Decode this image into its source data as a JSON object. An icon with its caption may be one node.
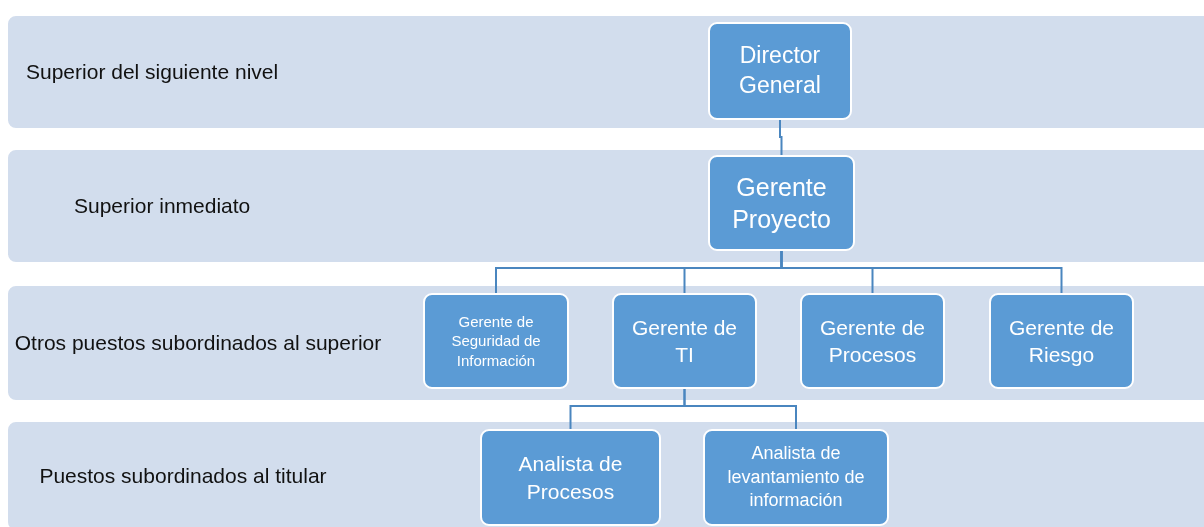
{
  "diagram": {
    "nodes": [
      {
        "text": [
          "Superior del siguiente nivel"
        ]
      },
      {
        "text": [
          "Director General"
        ],
        "in": 0
      },
      {
        "text": [
          "Superior inmediato"
        ]
      },
      {
        "text": [
          "Gerente Proyecto"
        ],
        "in": 2
      },
      {
        "text": [
          "Otros puestos subordinados al superior"
        ]
      },
      {
        "text": [
          "Gerente de Seguridad de Información"
        ],
        "in": 4
      },
      {
        "text": [
          "Gerente de TI"
        ],
        "in": 4
      },
      {
        "text": [
          "Gerente de Procesos"
        ],
        "in": 4
      },
      {
        "text": [
          "Gerente de Riesgo"
        ],
        "in": 4
      },
      {
        "text": [
          "Puestos subordinados al titular"
        ]
      },
      {
        "text": [
          "Analista de Procesos"
        ],
        "in": 9
      },
      {
        "text": [
          "Analista de levantamiento de información"
        ],
        "in": 9
      }
    ],
    "edges": [
      {
        "from": 1,
        "to": 3,
        "arrow": "none"
      },
      {
        "from": 3,
        "to": 5,
        "arrow": "none"
      },
      {
        "from": 3,
        "to": 6,
        "arrow": "none"
      },
      {
        "from": 3,
        "to": 7,
        "arrow": "none"
      },
      {
        "from": 3,
        "to": 8,
        "arrow": "none"
      },
      {
        "from": 6,
        "to": 10,
        "arrow": "none"
      },
      {
        "from": 6,
        "to": 11,
        "arrow": "none"
      }
    ]
  }
}
